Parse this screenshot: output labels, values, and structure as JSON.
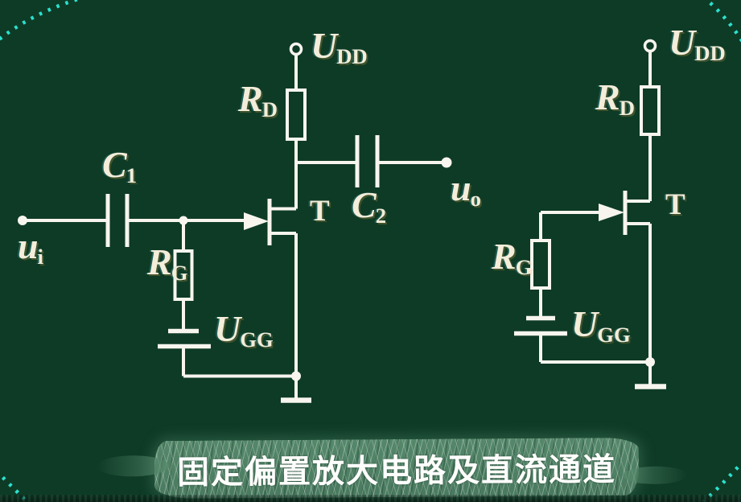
{
  "caption": {
    "text": "固定偏置放大电路及直流通道"
  },
  "colors": {
    "background": "#0e3b26",
    "wire": "#f7f5ee",
    "label": "#f3edda",
    "accent": "#2be1cf",
    "caption_bg": "#4e8065",
    "caption_text": "#fefefc",
    "bottom_strip": "#0a2418"
  },
  "left_circuit": {
    "input": {
      "main": "u",
      "sub": "i"
    },
    "c1": {
      "main": "C",
      "sub": "1"
    },
    "rg": {
      "main": "R",
      "sub": "G"
    },
    "ugg": {
      "main": "U",
      "sub": "GG"
    },
    "rd": {
      "main": "R",
      "sub": "D"
    },
    "udd": {
      "main": "U",
      "sub": "DD"
    },
    "transistor": "T",
    "c2": {
      "main": "C",
      "sub": "2"
    },
    "output": {
      "main": "u",
      "sub": "o"
    }
  },
  "right_circuit": {
    "rd": {
      "main": "R",
      "sub": "D"
    },
    "udd": {
      "main": "U",
      "sub": "DD"
    },
    "transistor": "T",
    "rg": {
      "main": "R",
      "sub": "G"
    },
    "ugg": {
      "main": "U",
      "sub": "GG"
    }
  }
}
